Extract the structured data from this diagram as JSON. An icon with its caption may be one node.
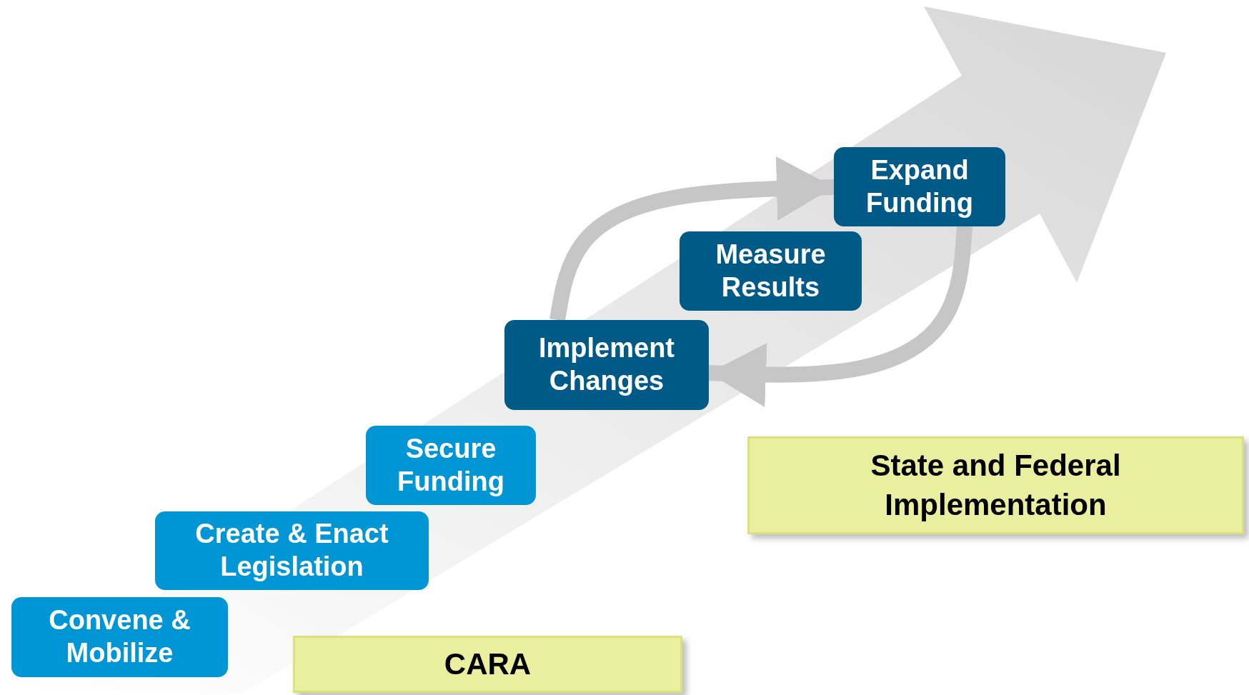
{
  "diagram": {
    "nodes": [
      {
        "text": [
          "Convene & Mobilize"
        ]
      },
      {
        "text": [
          "Create & Enact Legislation"
        ]
      },
      {
        "text": [
          "Secure Funding"
        ]
      },
      {
        "text": [
          "Implement Changes"
        ]
      },
      {
        "text": [
          "Measure Results"
        ]
      },
      {
        "text": [
          "Expand Funding"
        ]
      },
      {
        "text": [
          "CARA"
        ]
      },
      {
        "text": [
          "State and Federal Implementation"
        ]
      }
    ],
    "edges": [
      {
        "from": 3,
        "to": 5,
        "arrow": "to"
      },
      {
        "from": 5,
        "to": 3,
        "arrow": "to"
      }
    ]
  }
}
